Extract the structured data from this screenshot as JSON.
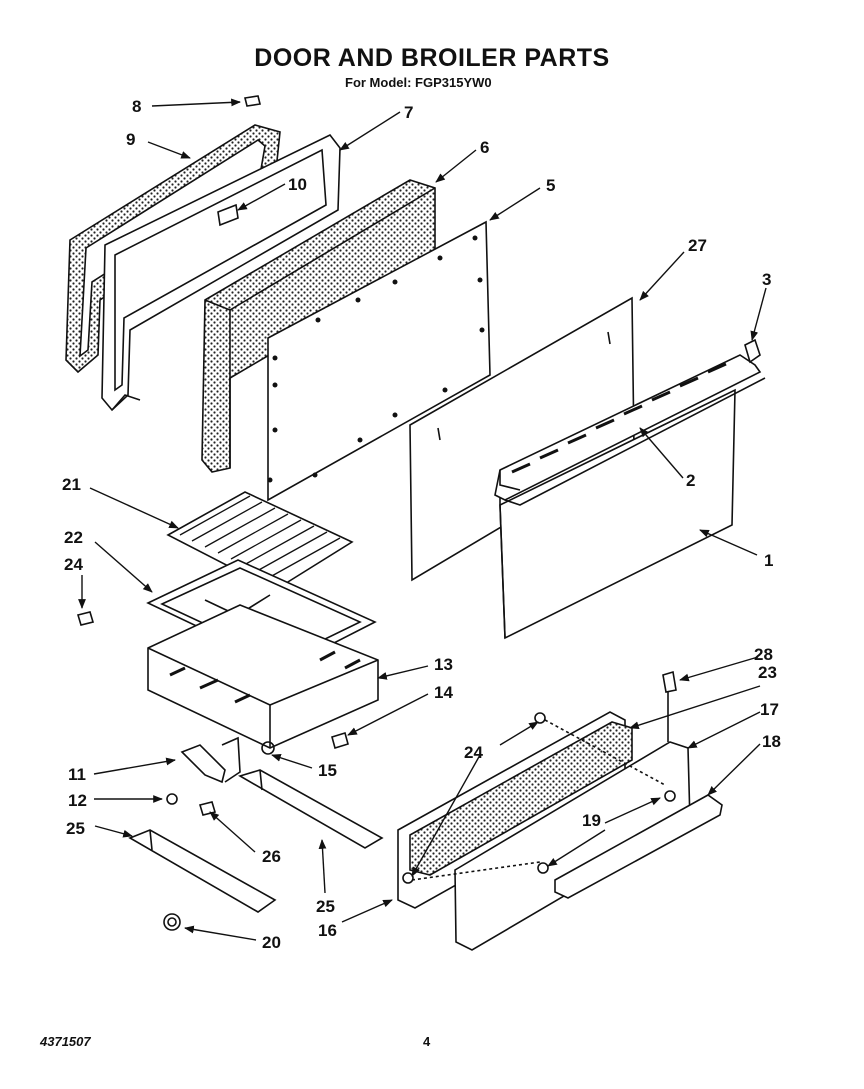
{
  "header": {
    "title": "DOOR AND BROILER PARTS",
    "model_line": "For Model: FGP315YW0"
  },
  "footer": {
    "doc_number": "4371507",
    "page_number": "4"
  },
  "callouts": {
    "c1": "1",
    "c2": "2",
    "c3": "3",
    "c5": "5",
    "c6": "6",
    "c7": "7",
    "c8": "8",
    "c9": "9",
    "c10": "10",
    "c11": "11",
    "c12": "12",
    "c13": "13",
    "c14": "14",
    "c15": "15",
    "c16": "16",
    "c17": "17",
    "c18": "18",
    "c19": "19",
    "c20": "20",
    "c21": "21",
    "c22": "22",
    "c23": "23",
    "c24a": "24",
    "c24b": "24",
    "c25a": "25",
    "c25b": "25",
    "c26": "26",
    "c27": "27",
    "c28": "28"
  },
  "colors": {
    "line": "#111111",
    "insulation": "#c8c8c8"
  }
}
